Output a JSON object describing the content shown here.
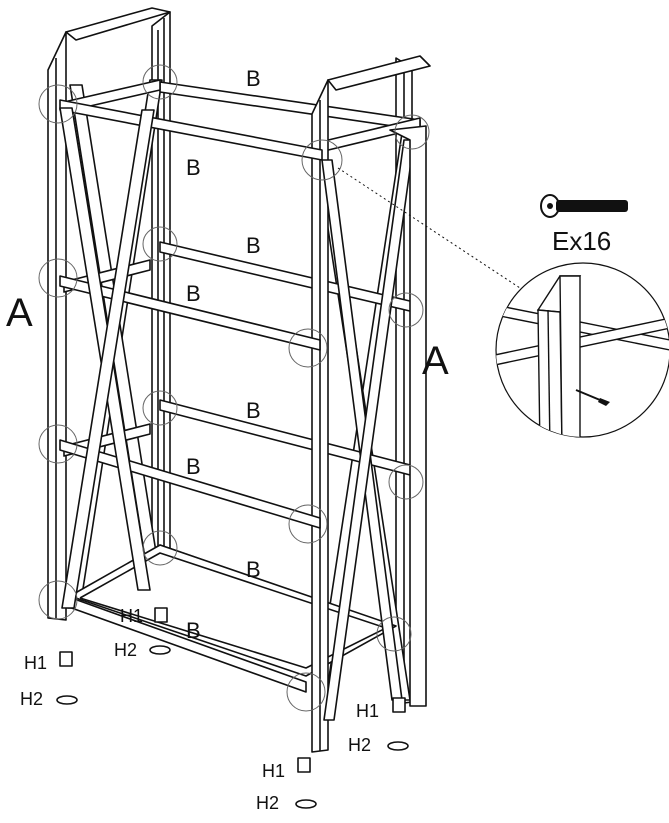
{
  "colors": {
    "line": "#111111",
    "fill": "#ffffff",
    "circle": "#666666"
  },
  "labels": {
    "side_left": "A",
    "side_right": "A",
    "beam": "B",
    "foot_upper": "H1",
    "foot_lower": "H2",
    "screw": "Ex16"
  },
  "icons": {
    "screw": "bolt-icon",
    "foot_pad": "adjustable-foot-icon",
    "foot_base": "leveler-base-icon"
  }
}
